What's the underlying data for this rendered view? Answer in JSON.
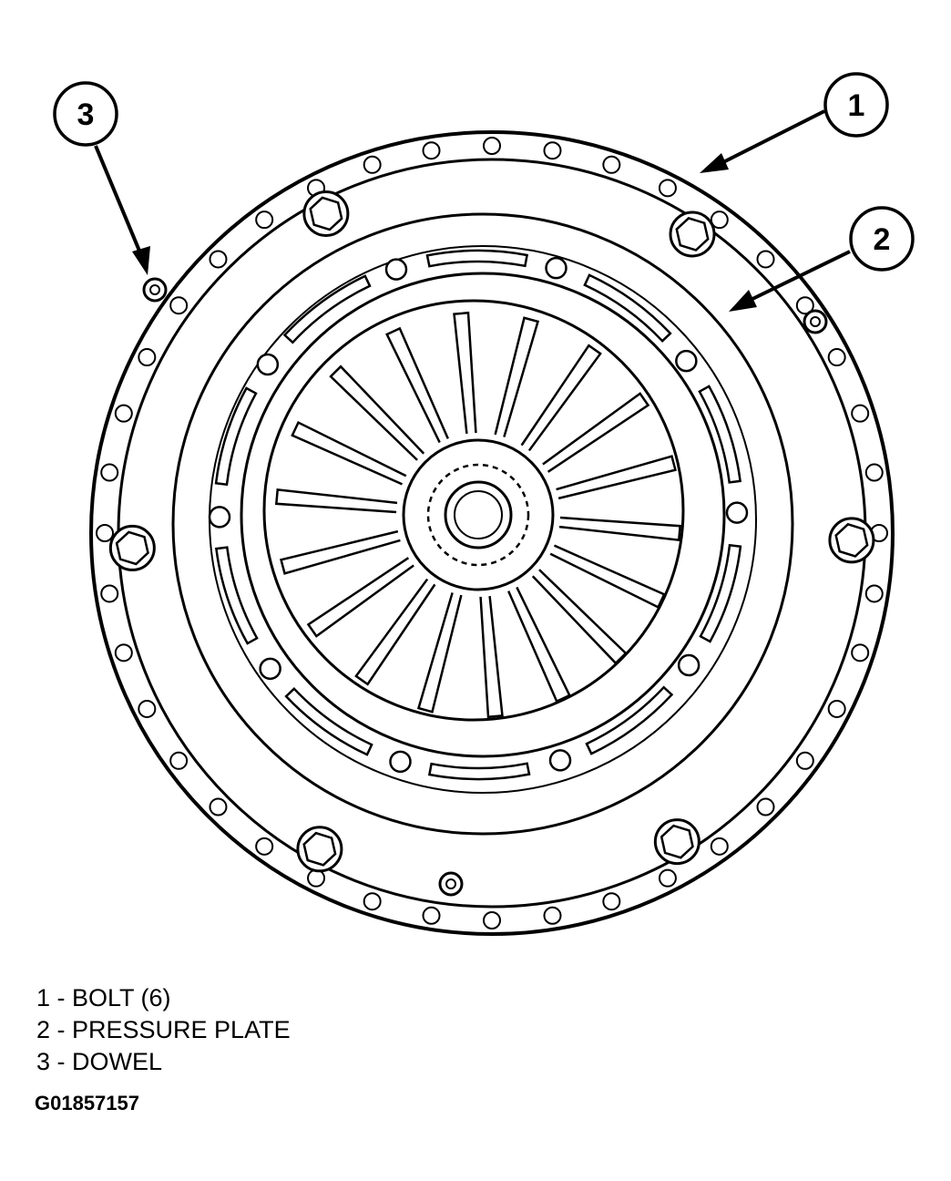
{
  "callouts": [
    "1",
    "2",
    "3"
  ],
  "legend": [
    {
      "number": "1",
      "text": "1 - BOLT (6)"
    },
    {
      "number": "2",
      "text": "2 - PRESSURE PLATE"
    },
    {
      "number": "3",
      "text": "3 - DOWEL"
    }
  ],
  "figure_id": "G01857157",
  "colors": {
    "ink": "#000000",
    "paper": "#ffffff"
  }
}
